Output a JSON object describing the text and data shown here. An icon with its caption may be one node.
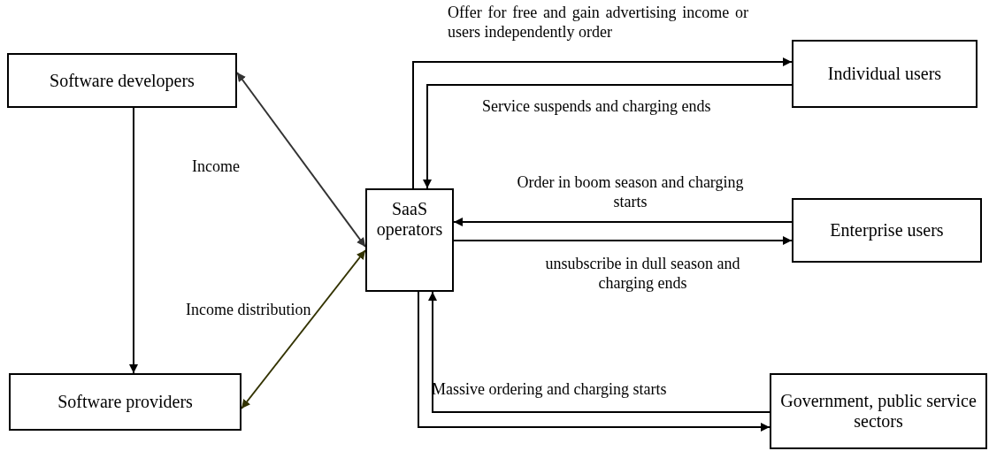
{
  "diagram": {
    "nodes": [
      {
        "text": [
          "Software developers"
        ]
      },
      {
        "text": [
          "Software providers"
        ]
      },
      {
        "text": [
          "SaaS operators"
        ]
      },
      {
        "text": [
          "Individual users"
        ]
      },
      {
        "text": [
          "Enterprise users"
        ]
      },
      {
        "text": [
          "Government, public service sectors"
        ]
      }
    ],
    "edges": [
      {
        "from": 0,
        "to": 1,
        "arrow": "to"
      },
      {
        "from": 0,
        "to": 2,
        "arrow": "both",
        "label": "Income",
        "color": "#333333"
      },
      {
        "from": 1,
        "to": 2,
        "arrow": "both",
        "label": "Income distribution",
        "color": "#333300"
      },
      {
        "from": 2,
        "to": 3,
        "arrow": "to",
        "label": "Offer for free and gain advertising income or users independently order"
      },
      {
        "from": 3,
        "to": 2,
        "arrow": "to",
        "label": "Service suspends and charging ends"
      },
      {
        "from": 4,
        "to": 2,
        "arrow": "to",
        "label": "Order in boom season and charging starts"
      },
      {
        "from": 2,
        "to": 4,
        "arrow": "to",
        "label": "unsubscribe in dull season and charging ends"
      },
      {
        "from": 5,
        "to": 2,
        "arrow": "to",
        "label": "Massive ordering and charging starts"
      },
      {
        "from": 2,
        "to": 5,
        "arrow": "to"
      }
    ]
  }
}
